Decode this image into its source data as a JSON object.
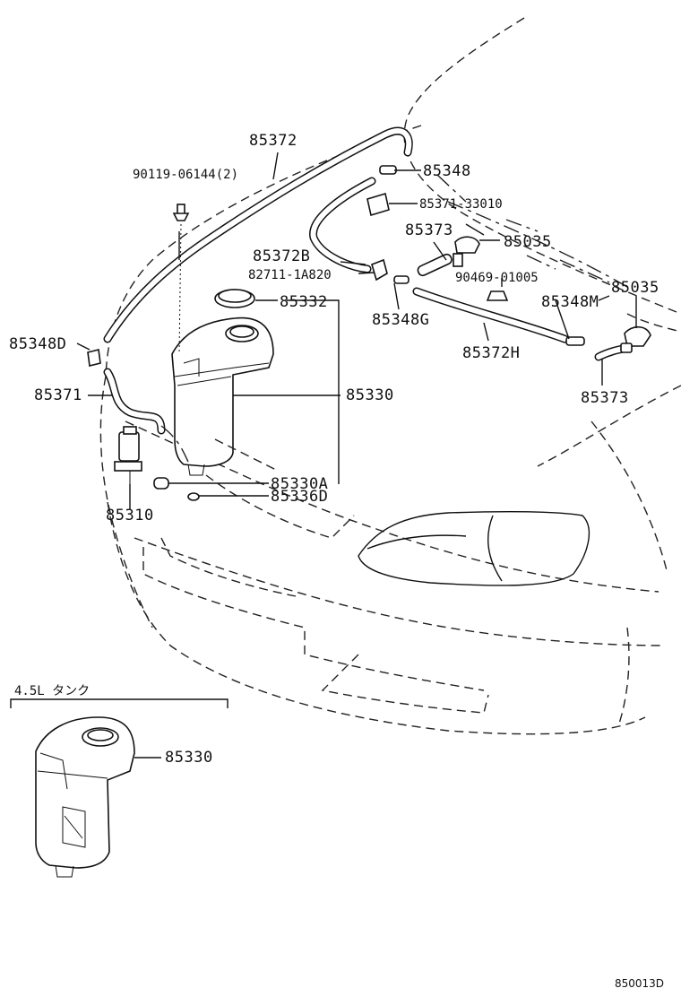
{
  "parts": {
    "p85372": "85372",
    "p90119": "90119-06144(2)",
    "p85348": "85348",
    "p85371_33010": "85371-33010",
    "p85373a": "85373",
    "p85035a": "85035",
    "p85372B": "85372B",
    "p82711": "82711-1A820",
    "p90469": "90469-01005",
    "p85035b": "85035",
    "p85332": "85332",
    "p85348M": "85348M",
    "p85348G": "85348G",
    "p85348D": "85348D",
    "p85372H": "85372H",
    "p85371": "85371",
    "p85330": "85330",
    "p85373b": "85373",
    "p85330A": "85330A",
    "p85336D": "85336D",
    "p85310": "85310",
    "p85330_inset": "85330"
  },
  "inset": {
    "caption": "4.5L タンク"
  },
  "ref_code": "850013D"
}
